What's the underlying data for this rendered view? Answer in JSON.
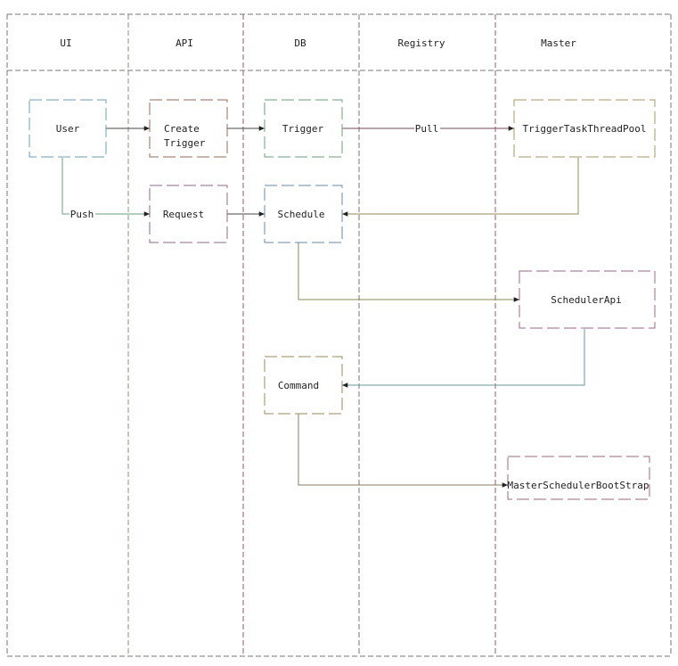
{
  "lanes": [
    {
      "id": "ui",
      "label": "UI"
    },
    {
      "id": "api",
      "label": "API"
    },
    {
      "id": "db",
      "label": "DB"
    },
    {
      "id": "registry",
      "label": "Registry"
    },
    {
      "id": "master",
      "label": "Master"
    }
  ],
  "nodes": {
    "user": {
      "lines": [
        "User"
      ]
    },
    "create_trigger": {
      "lines": [
        "Create",
        "Trigger"
      ]
    },
    "trigger": {
      "lines": [
        "Trigger"
      ]
    },
    "trigger_task_thread_pool": {
      "lines": [
        "TriggerTaskThreadPool"
      ]
    },
    "request": {
      "lines": [
        "Request"
      ]
    },
    "schedule": {
      "lines": [
        "Schedule"
      ]
    },
    "scheduler_api": {
      "lines": [
        "SchedulerApi"
      ]
    },
    "command": {
      "lines": [
        "Command"
      ]
    },
    "master_scheduler_bootstrap": {
      "lines": [
        "MasterSchedulerBootStrap"
      ]
    }
  },
  "edges": [
    {
      "id": "user-to-create-trigger",
      "from": "user",
      "to": "create_trigger",
      "label": ""
    },
    {
      "id": "create-trigger-to-trigger",
      "from": "create_trigger",
      "to": "trigger",
      "label": ""
    },
    {
      "id": "trigger-to-thread-pool",
      "from": "trigger",
      "to": "trigger_task_thread_pool",
      "label": "Pull"
    },
    {
      "id": "user-to-request",
      "from": "user",
      "to": "request",
      "label": "Push"
    },
    {
      "id": "request-to-schedule",
      "from": "request",
      "to": "schedule",
      "label": ""
    },
    {
      "id": "thread-pool-to-schedule",
      "from": "trigger_task_thread_pool",
      "to": "schedule",
      "label": ""
    },
    {
      "id": "schedule-to-scheduler-api",
      "from": "schedule",
      "to": "scheduler_api",
      "label": ""
    },
    {
      "id": "scheduler-api-to-command",
      "from": "scheduler_api",
      "to": "command",
      "label": ""
    },
    {
      "id": "command-to-bootstrap",
      "from": "command",
      "to": "master_scheduler_bootstrap",
      "label": ""
    }
  ],
  "colors": {
    "frame": "#777777",
    "lane_dividers": [
      "#7a9a6e",
      "#9a5a6a",
      "#8a6a7a",
      "#9a5a6a"
    ],
    "node_borders": {
      "user": "#6a9fb0",
      "create_trigger": "#9a6a5a",
      "trigger": "#6aa07a",
      "trigger_task_thread_pool": "#a09a6a",
      "request": "#8a6a8a",
      "schedule": "#6a8ab0",
      "scheduler_api": "#9a6a8a",
      "command": "#9a8a5a",
      "master_scheduler_bootstrap": "#a06a7a"
    },
    "edges": {
      "user-to-create-trigger": "#444444",
      "create-trigger-to-trigger": "#444444",
      "trigger-to-thread-pool": "#7a4a5a",
      "user-to-request": "#6aa07a",
      "request-to-schedule": "#444444",
      "thread-pool-to-schedule": "#9a8a5a",
      "schedule-to-scheduler-api": "#8a8a5a",
      "scheduler-api-to-command": "#6a9a9a",
      "command-to-bootstrap": "#8a7a5a"
    }
  }
}
